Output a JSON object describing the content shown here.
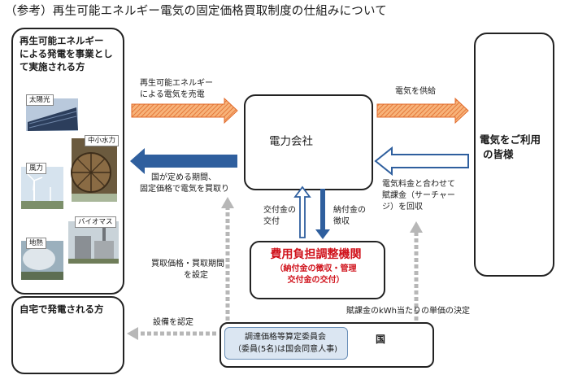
{
  "title": "（参考）再生可能エネルギー電気の固定価格買取制度の仕組みについて",
  "left_panel": {
    "title_lines": [
      "再生可能エネルギー",
      "による発電を事業とし",
      "て実施される方"
    ],
    "photos": [
      "太陽光",
      "中小水力",
      "風力",
      "バイオマス",
      "地熱"
    ]
  },
  "home_panel": {
    "title": "自宅で発電される方"
  },
  "right_panel": {
    "title_lines": [
      "電気をご利用",
      "の皆様"
    ]
  },
  "utility": {
    "label": "電力会社"
  },
  "agency": {
    "title": "費用負担調整機関",
    "sub_lines": [
      "（納付金の徴収・管理",
      "交付金の交付）"
    ]
  },
  "government": {
    "committee_lines": [
      "調達価格等算定委員会",
      "（委員(5名)は国会同意人事)"
    ],
    "label": "国"
  },
  "flows": {
    "sell": [
      "再生可能エネルギー",
      "による電気を売電"
    ],
    "buy": [
      "国が定める期間、",
      "固定価格で電気を買取り"
    ],
    "supply": "電気を供給",
    "surcharge": [
      "電気料金と合わせて",
      "賦課金（サーチャー",
      "ジ）を回収"
    ],
    "grant": [
      "交付金の",
      "交付"
    ],
    "payment": [
      "納付金の",
      "徴収"
    ],
    "price_setting": [
      "買取価格・買取期間",
      "を設定"
    ],
    "certify": "設備を認定",
    "unit_price": "賦課金のkWh当たりの単価の決定"
  },
  "colors": {
    "orange": "#f28a2e",
    "blue": "#2f5f9e",
    "red": "#d0121b",
    "gray_dotted": "#b7b7b7"
  }
}
